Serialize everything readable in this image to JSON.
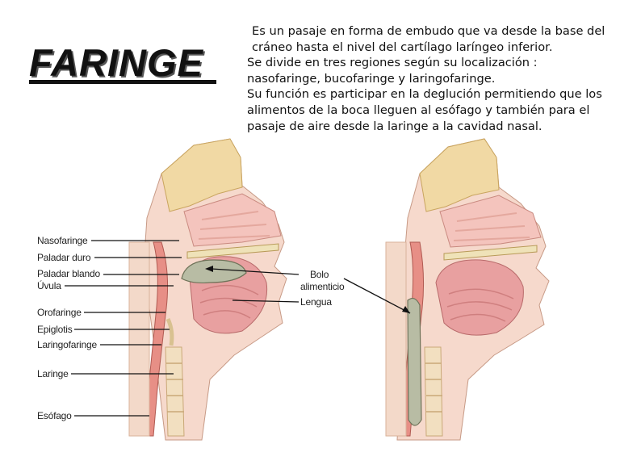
{
  "title": "FARINGE",
  "description": [
    "Es un pasaje en forma de embudo que va desde la base del cráneo hasta el nivel del cartílago laríngeo inferior.",
    "Se divide en tres regiones según su localización : nasofaringe, bucofaringe y laringofaringe.",
    "Su función es participar en la deglución permitiendo que los alimentos de la boca lleguen al esófago y también para el pasaje de aire desde la laringe a la cavidad nasal."
  ],
  "labels": {
    "nasofaringe": "Nasofaringe",
    "paladar_duro": "Paladar duro",
    "paladar_blando": "Paladar blando",
    "uvula": "Úvula",
    "orofaringe": "Orofaringe",
    "epiglotis": "Epiglotis",
    "laringofaringe": "Laringofaringe",
    "laringe": "Laringe",
    "esofago": "Esófago",
    "bolo_line1": "Bolo",
    "bolo_line2": "alimenticio",
    "lengua": "Lengua"
  }
}
